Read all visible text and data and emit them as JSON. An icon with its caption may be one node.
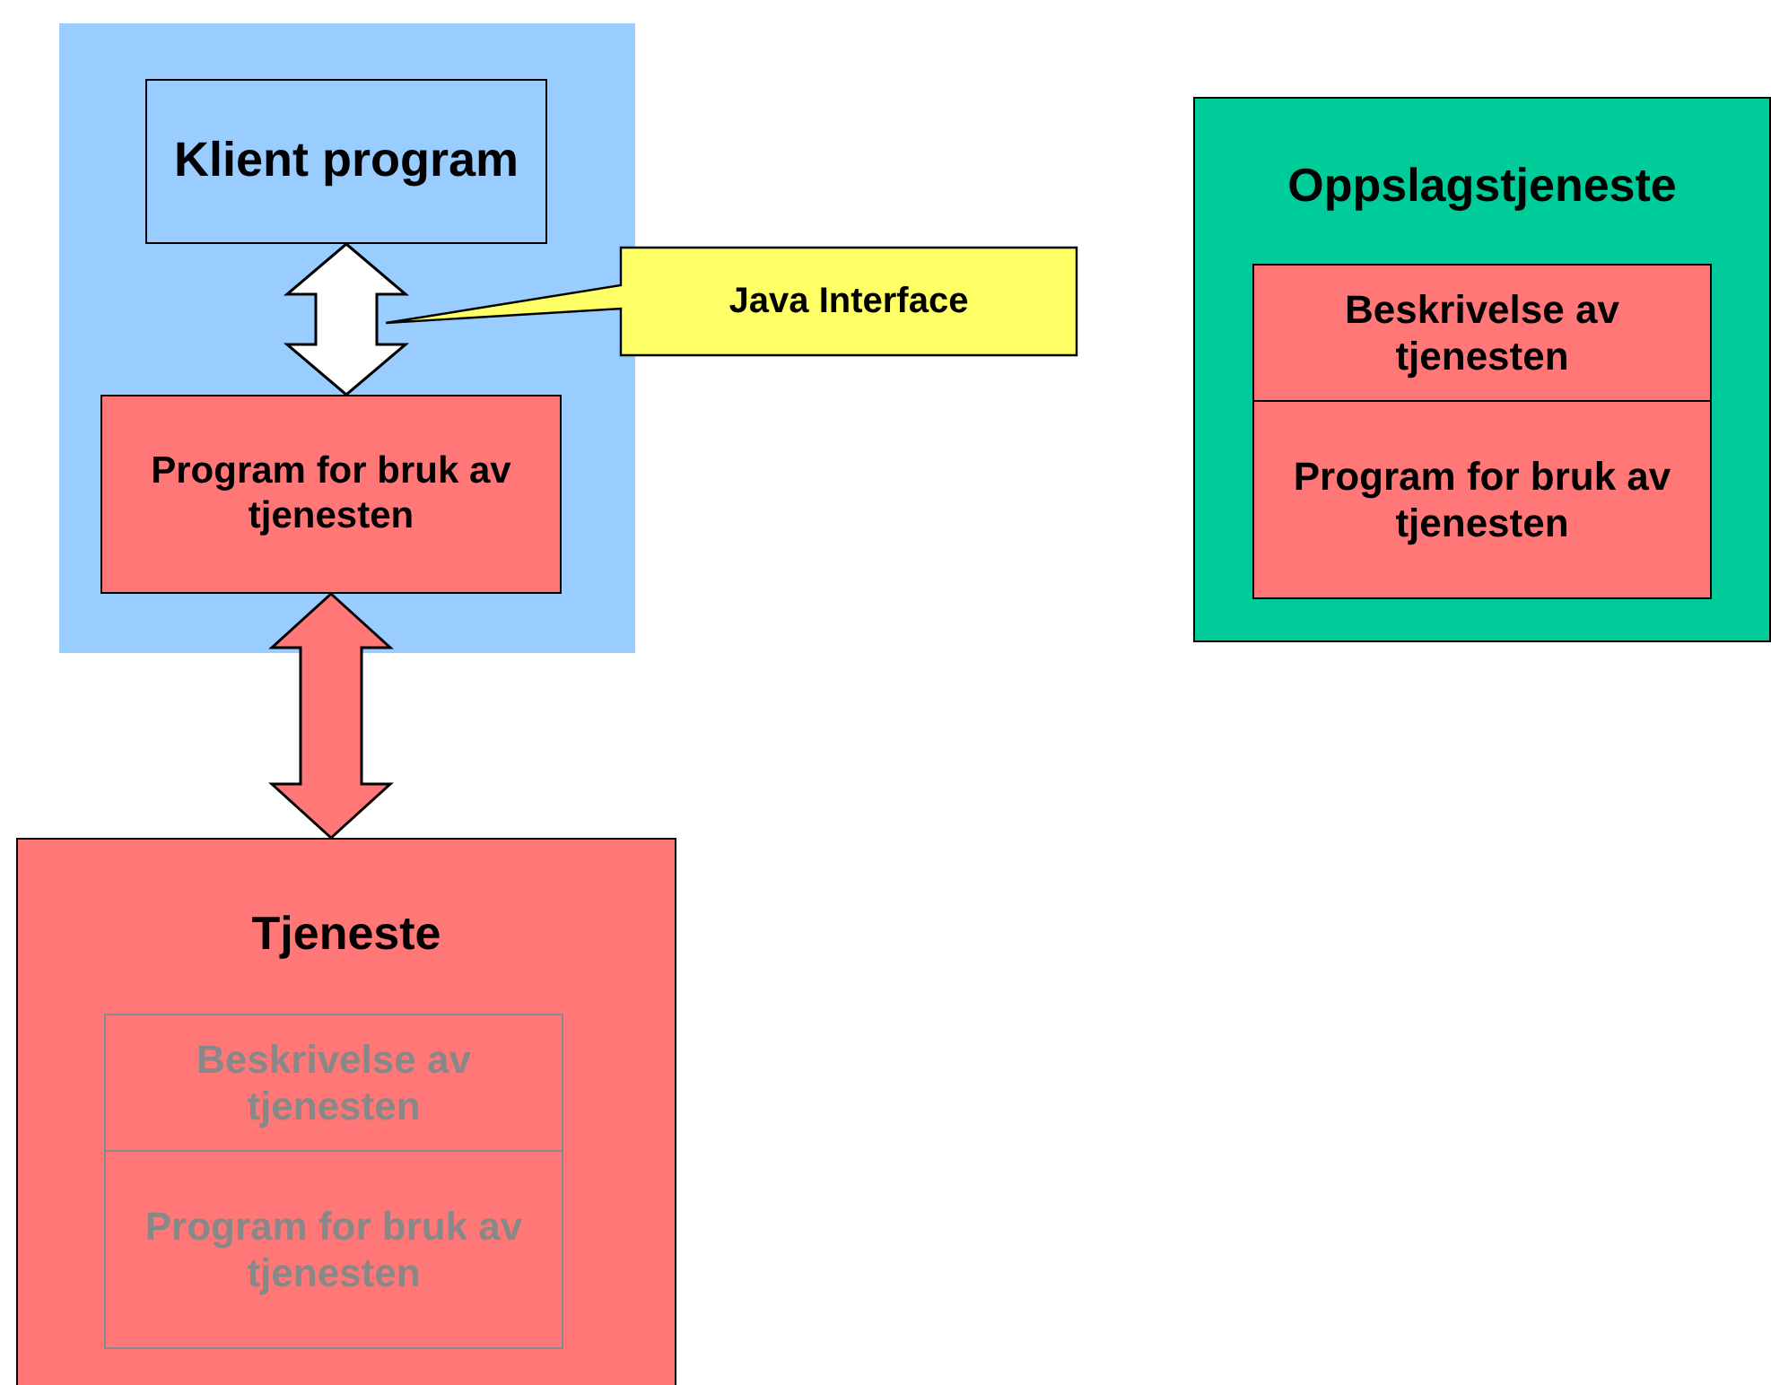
{
  "diagram": {
    "nodes": [
      {
        "text": [],
        "shape": "box"
      },
      {
        "text": [
          "Klient program"
        ],
        "in": 0
      },
      {
        "text": [
          "Oppslagstjeneste"
        ]
      },
      {
        "text": [
          "Beskrivelse av tjenesten"
        ],
        "in": 2
      },
      {
        "text": [
          "Program for bruk av tjenesten"
        ],
        "in": 2
      },
      {
        "text": [
          "Java Interface"
        ]
      },
      {
        "text": [
          "Program for bruk av tjenesten"
        ],
        "in": 0
      },
      {
        "text": [
          "Tjeneste"
        ]
      },
      {
        "text": [
          "Beskrivelse av tjenesten"
        ],
        "in": 7
      },
      {
        "text": [
          "Program for bruk av tjenesten"
        ],
        "in": 7
      }
    ],
    "edges": [
      {
        "from": 1,
        "to": 6,
        "arrow": "both",
        "style": "thick"
      },
      {
        "from": 6,
        "to": 7,
        "arrow": "both",
        "style": "thick",
        "color": "#ff7777"
      }
    ]
  }
}
